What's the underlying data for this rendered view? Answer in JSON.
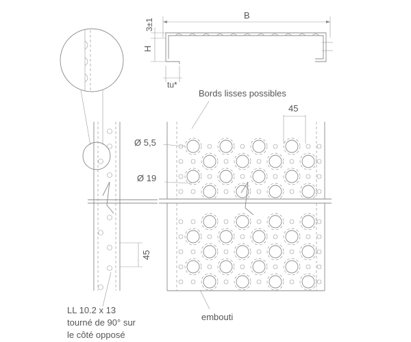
{
  "labels": {
    "width_dim": "B",
    "thickness_dim": "3±1",
    "height_dim": "H",
    "tu_dim": "tu*",
    "smooth_edges": "Bords lisses possibles",
    "pitch_top": "45",
    "small_hole": "Ø 5,5",
    "large_hole": "Ø 19",
    "pitch_side": "45",
    "slot_line1": "LL 10.2 x 13",
    "slot_line2": "tourné de 90° sur",
    "slot_line3": "le côté opposé",
    "embossed": "embouti"
  }
}
